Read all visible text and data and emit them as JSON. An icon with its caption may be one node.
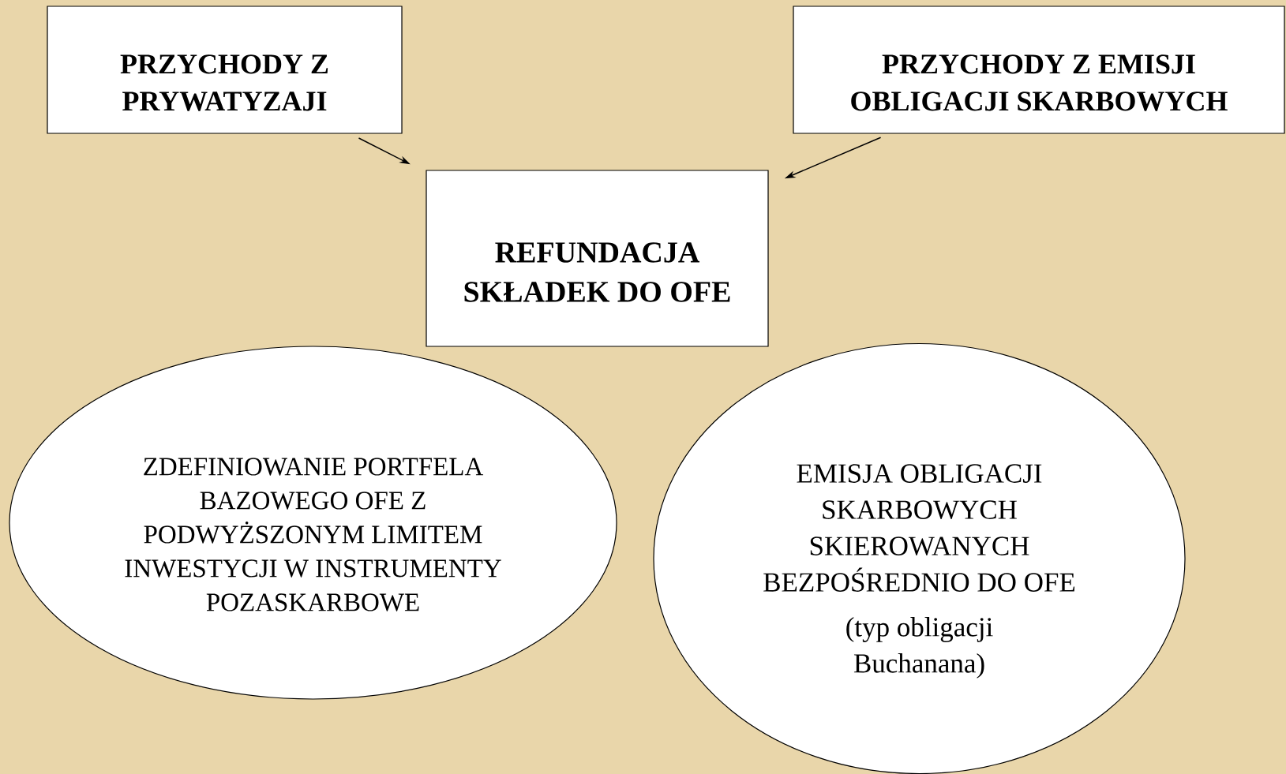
{
  "diagram": {
    "nodes": [
      {
        "text": [
          "PRZYCHODY Z PRYWATYZAJI"
        ]
      },
      {
        "text": [
          "PRZYCHODY Z EMISJI OBLIGACJI SKARBOWYCH"
        ]
      },
      {
        "text": [
          "REFUNDACJA SKŁADEK DO OFE"
        ]
      },
      {
        "text": [
          "ZDEFINIOWANIE PORTFELA BAZOWEGO OFE Z PODWYŻSZONYM LIMITEM INWESTYCJI W INSTRUMENTY POZASKARBOWE"
        ]
      },
      {
        "text": [
          "EMISJA OBLIGACJI SKARBOWYCH SKIEROWANYCH BEZPOŚREDNIO DO OFE",
          "(typ obligacji Buchanana)"
        ]
      }
    ],
    "edges": [
      {
        "from": 0,
        "to": 2,
        "arrow": "to"
      },
      {
        "from": 1,
        "to": 2,
        "arrow": "to"
      }
    ]
  }
}
